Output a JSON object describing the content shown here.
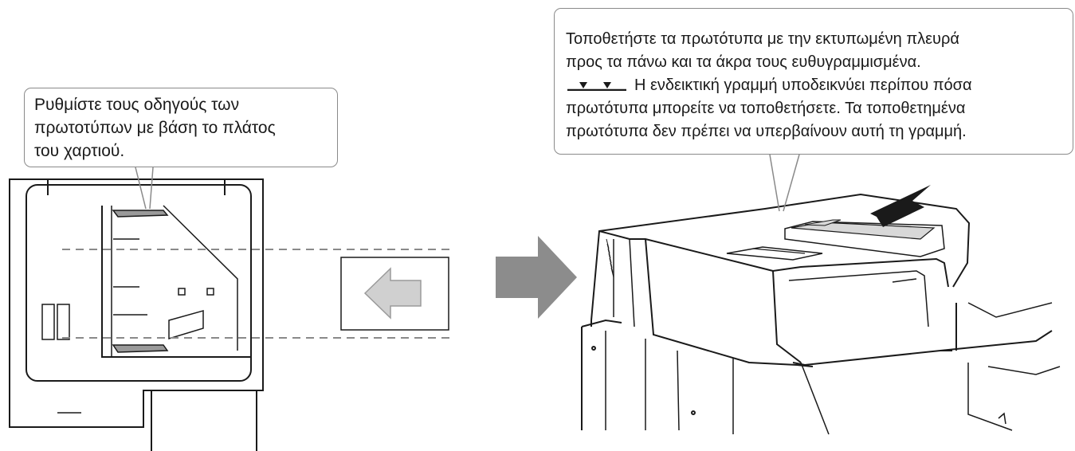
{
  "left_callout": {
    "lines": [
      "Ρυθμίστε τους οδηγούς των",
      "πρωτοτύπων με βάση το πλάτος",
      "του χαρτιού."
    ]
  },
  "right_callout": {
    "lines": [
      "Τοποθετήστε τα πρωτότυπα με την εκτυπωμένη πλευρά",
      "προς τα πάνω και τα άκρα τους ευθυγραμμισμένα.",
      "Η ενδεικτική γραμμή υποδεικνύει περίπου πόσα",
      "πρωτότυπα μπορείτε να τοποθετήσετε. Τα τοποθετημένα",
      "πρωτότυπα δεν πρέπει να υπερβαίνουν αυτή τη γραμμή."
    ],
    "marker_icon": "indicator-line-marker-icon"
  },
  "colors": {
    "outline": "#1a1a1a",
    "callout_border": "#8a8a8a",
    "guide_fill": "#9a9a9a",
    "big_arrow": "#8c8c8c",
    "small_arrow": "#d0d0d0"
  }
}
